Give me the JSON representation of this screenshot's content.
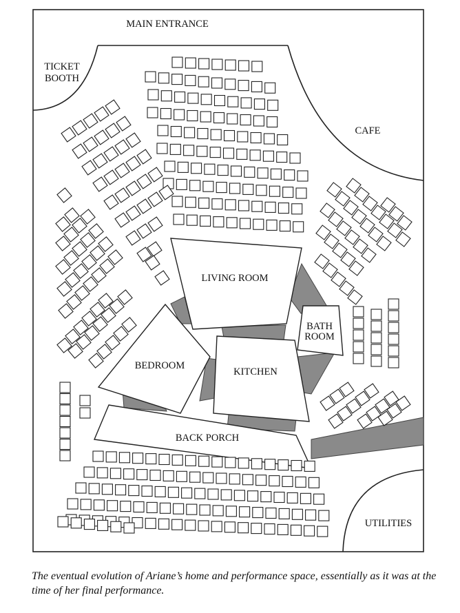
{
  "labels": {
    "main_entrance": "MAIN ENTRANCE",
    "ticket_booth_1": "TICKET",
    "ticket_booth_2": "BOOTH",
    "cafe": "CAFE",
    "living_room": "LIVING ROOM",
    "bath_room_1": "BATH",
    "bath_room_2": "ROOM",
    "bedroom": "BEDROOM",
    "kitchen": "KITCHEN",
    "back_porch": "BACK PORCH",
    "utilities": "UTILITIES"
  },
  "caption": "The eventual evolution of Ariane’s home and performance space, essentially as it was at the time of her final performance."
}
